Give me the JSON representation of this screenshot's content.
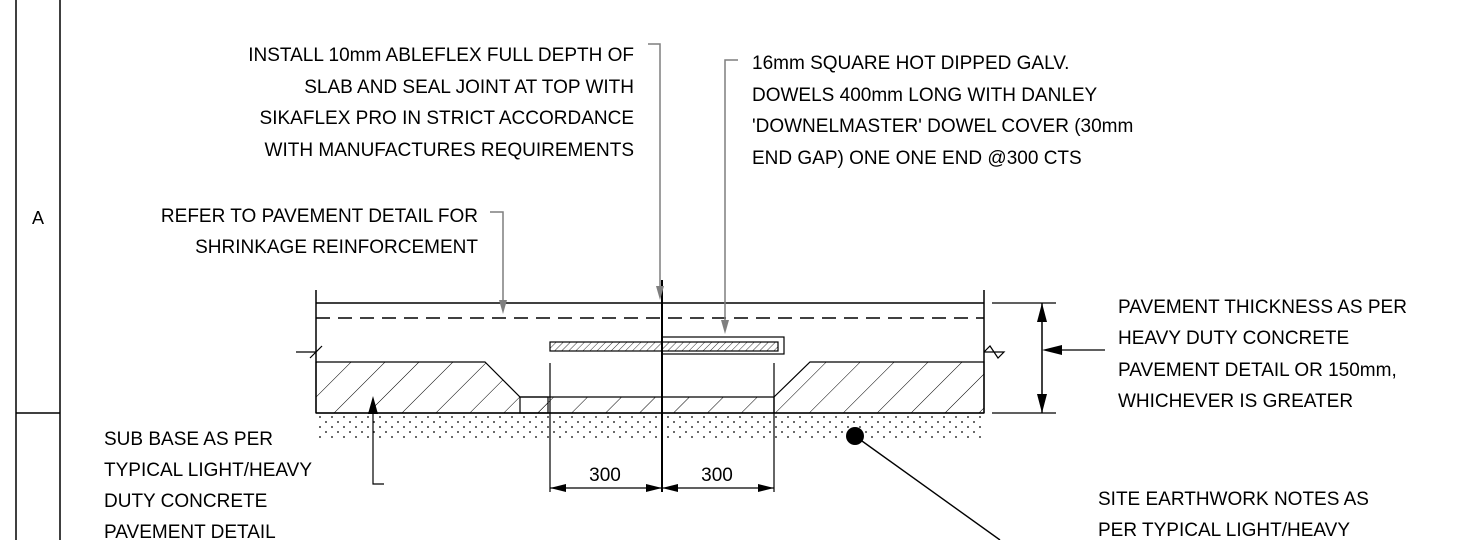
{
  "grid_reference": "A",
  "notes": {
    "ableflex": [
      "INSTALL 10mm ABLEFLEX FULL DEPTH OF",
      "SLAB AND SEAL JOINT AT TOP WITH",
      "SIKAFLEX PRO IN STRICT ACCORDANCE",
      "WITH MANUFACTURES REQUIREMENTS"
    ],
    "dowels": [
      "16mm SQUARE HOT DIPPED GALV.",
      "DOWELS 400mm LONG WITH DANLEY",
      "'DOWNELMASTER' DOWEL COVER (30mm",
      "END GAP) ONE ONE END @300 CTS"
    ],
    "reinforcement": [
      "REFER TO PAVEMENT DETAIL FOR",
      "SHRINKAGE REINFORCEMENT"
    ],
    "thickness": [
      "PAVEMENT THICKNESS AS PER",
      "HEAVY DUTY CONCRETE",
      "PAVEMENT DETAIL OR 150mm,",
      "WHICHEVER IS GREATER"
    ],
    "subbase": [
      "SUB BASE AS PER",
      "TYPICAL LIGHT/HEAVY",
      "DUTY CONCRETE",
      "PAVEMENT DETAIL"
    ],
    "earthwork": [
      "SITE EARTHWORK NOTES AS",
      "PER TYPICAL LIGHT/HEAVY"
    ]
  },
  "dimensions": {
    "left_offset": "300",
    "right_offset": "300"
  },
  "colors": {
    "linework": "#000000",
    "leader": "#7f7f7f",
    "background": "#ffffff"
  }
}
